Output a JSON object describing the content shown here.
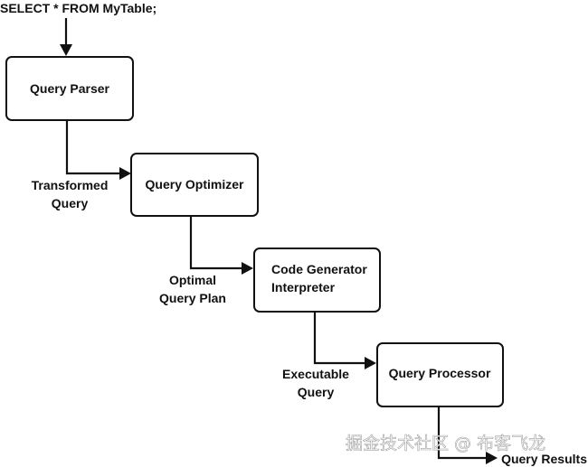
{
  "input_statement": "SELECT * FROM MyTable;",
  "nodes": {
    "parser": {
      "label": "Query Parser"
    },
    "optimizer": {
      "label": "Query Optimizer"
    },
    "codegen": {
      "line1": "Code Generator",
      "line2": "Interpreter"
    },
    "processor": {
      "label": "Query Processor"
    }
  },
  "edges": {
    "parser_to_optimizer": {
      "line1": "Transformed",
      "line2": "Query"
    },
    "optimizer_to_codegen": {
      "line1": "Optimal",
      "line2": "Query Plan"
    },
    "codegen_to_processor": {
      "line1": "Executable",
      "line2": "Query"
    }
  },
  "output_label": "Query Results",
  "watermark": "掘金技术社区 @ 布客飞龙"
}
